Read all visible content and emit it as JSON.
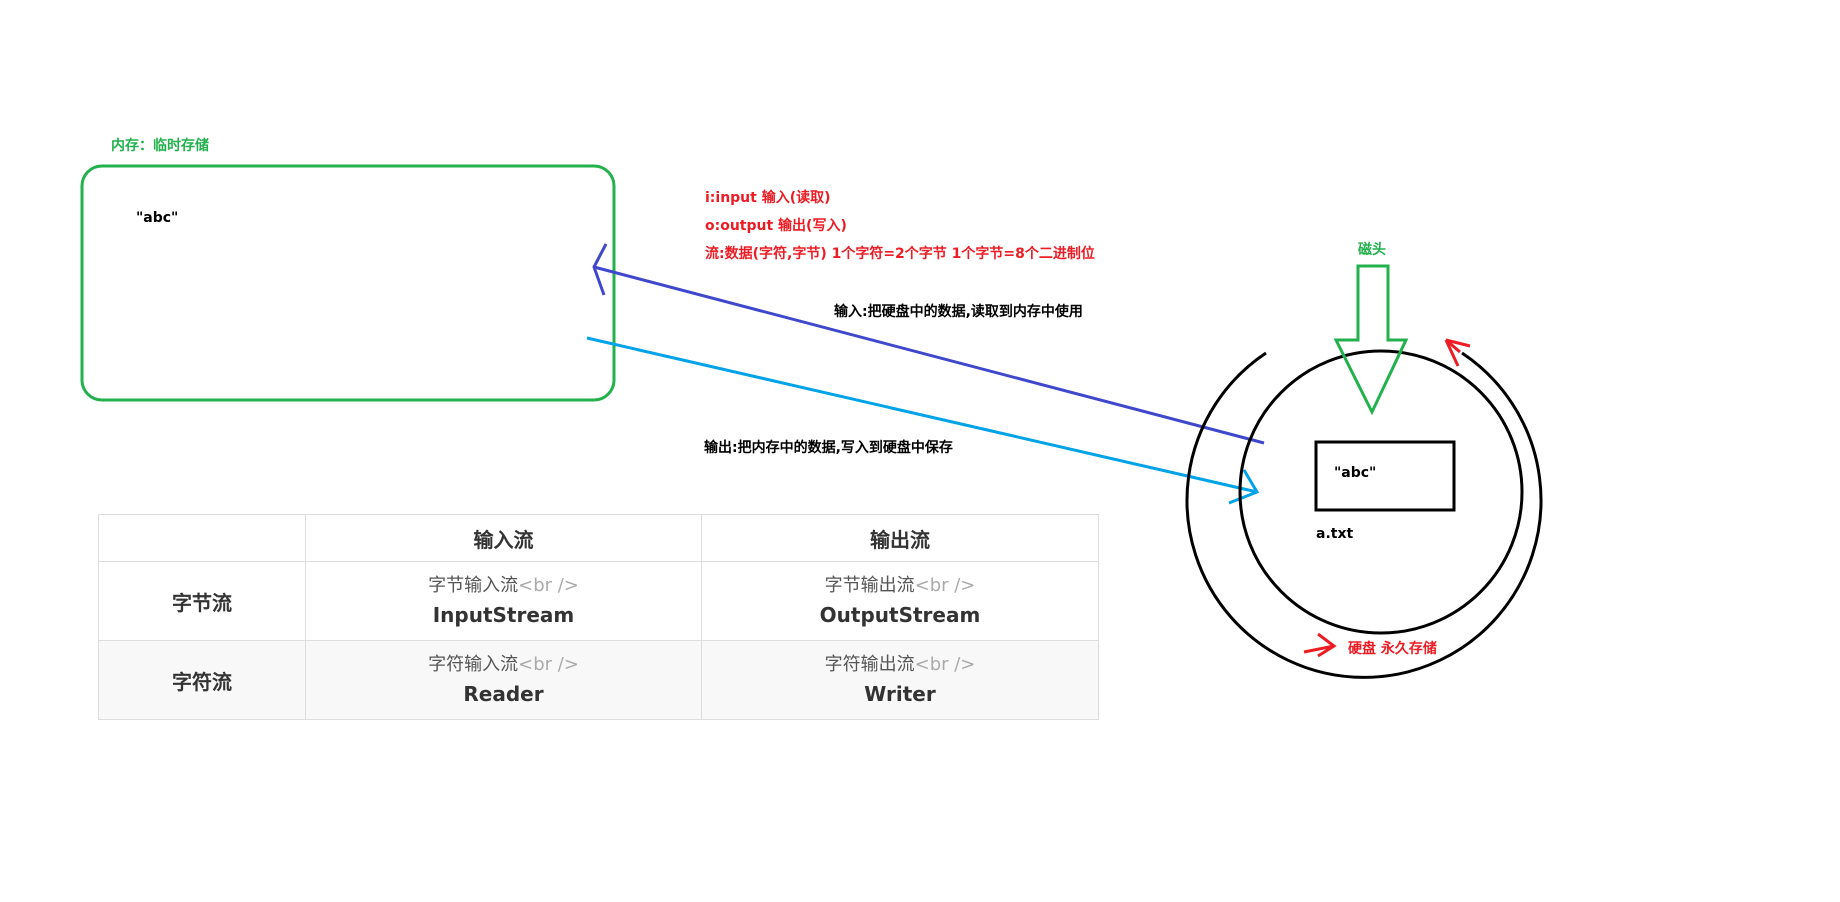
{
  "memory": {
    "title": "内存：临时存储",
    "value": "\"abc\""
  },
  "notes": {
    "input_def": "i:input 输入(读取)",
    "output_def": "o:output 输出(写入)",
    "stream_def": "流:数据(字符,字节) 1个字符=2个字节 1个字节=8个二进制位"
  },
  "arrows": {
    "input_desc": "输入:把硬盘中的数据,读取到内存中使用",
    "output_desc": "输出:把内存中的数据,写入到硬盘中保存"
  },
  "disk": {
    "head_label": "磁头",
    "file_value": "\"abc\"",
    "file_name": "a.txt",
    "label": "硬盘 永久存储"
  },
  "colors": {
    "memory_box": "#22b14c",
    "input_arrow": "#3f48cc",
    "output_arrow": "#00a2e8",
    "rotation_arrow": "#ed1c24"
  },
  "table": {
    "headers": [
      "",
      "输入流",
      "输出流"
    ],
    "rows": [
      {
        "category": "字节流",
        "input_cn": "字节输入流",
        "input_br": "<br />",
        "input_class": "InputStream",
        "output_cn": "字节输出流",
        "output_br": "<br />",
        "output_class": "OutputStream"
      },
      {
        "category": "字符流",
        "input_cn": "字符输入流",
        "input_br": "<br />",
        "input_class": "Reader",
        "output_cn": "字符输出流",
        "output_br": "<br />",
        "output_class": "Writer"
      }
    ]
  }
}
